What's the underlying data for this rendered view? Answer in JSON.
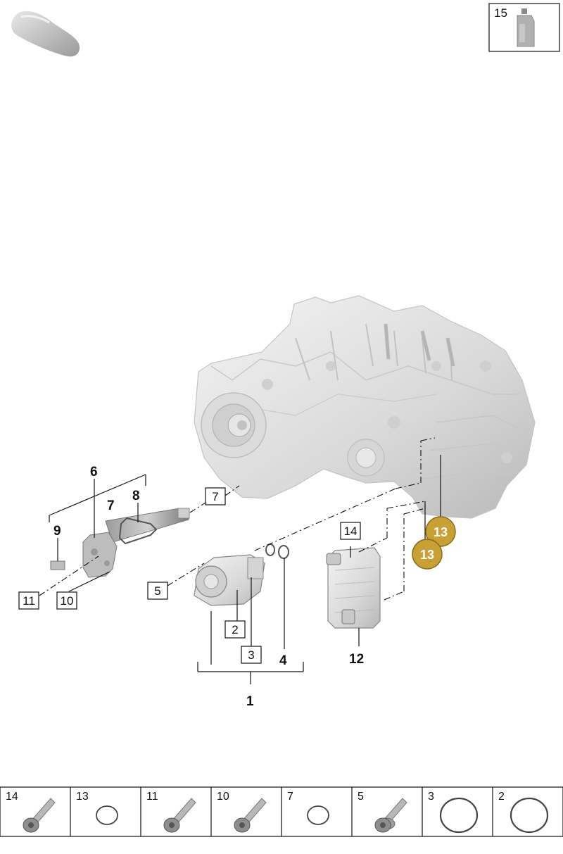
{
  "fluid_box": {
    "number": "15",
    "icon": "oil-bottle-icon"
  },
  "callouts": {
    "n1": "1",
    "n2": "2",
    "n3": "3",
    "n4": "4",
    "n5": "5",
    "n6": "6",
    "n7a": "7",
    "n7b": "7",
    "n8": "8",
    "n9": "9",
    "n10": "10",
    "n11": "11",
    "n12": "12",
    "n14": "14"
  },
  "badges": {
    "b1": "13",
    "b2": "13",
    "color": "#C9A033"
  },
  "parts_strip": [
    {
      "number": "14",
      "icon": "bolt-icon"
    },
    {
      "number": "13",
      "icon": "o-ring-icon"
    },
    {
      "number": "11",
      "icon": "bolt-icon"
    },
    {
      "number": "10",
      "icon": "bolt-icon"
    },
    {
      "number": "7",
      "icon": "o-ring-icon"
    },
    {
      "number": "5",
      "icon": "bolt-with-washer-icon"
    },
    {
      "number": "3",
      "icon": "o-ring-icon"
    },
    {
      "number": "2",
      "icon": "o-ring-icon"
    }
  ]
}
